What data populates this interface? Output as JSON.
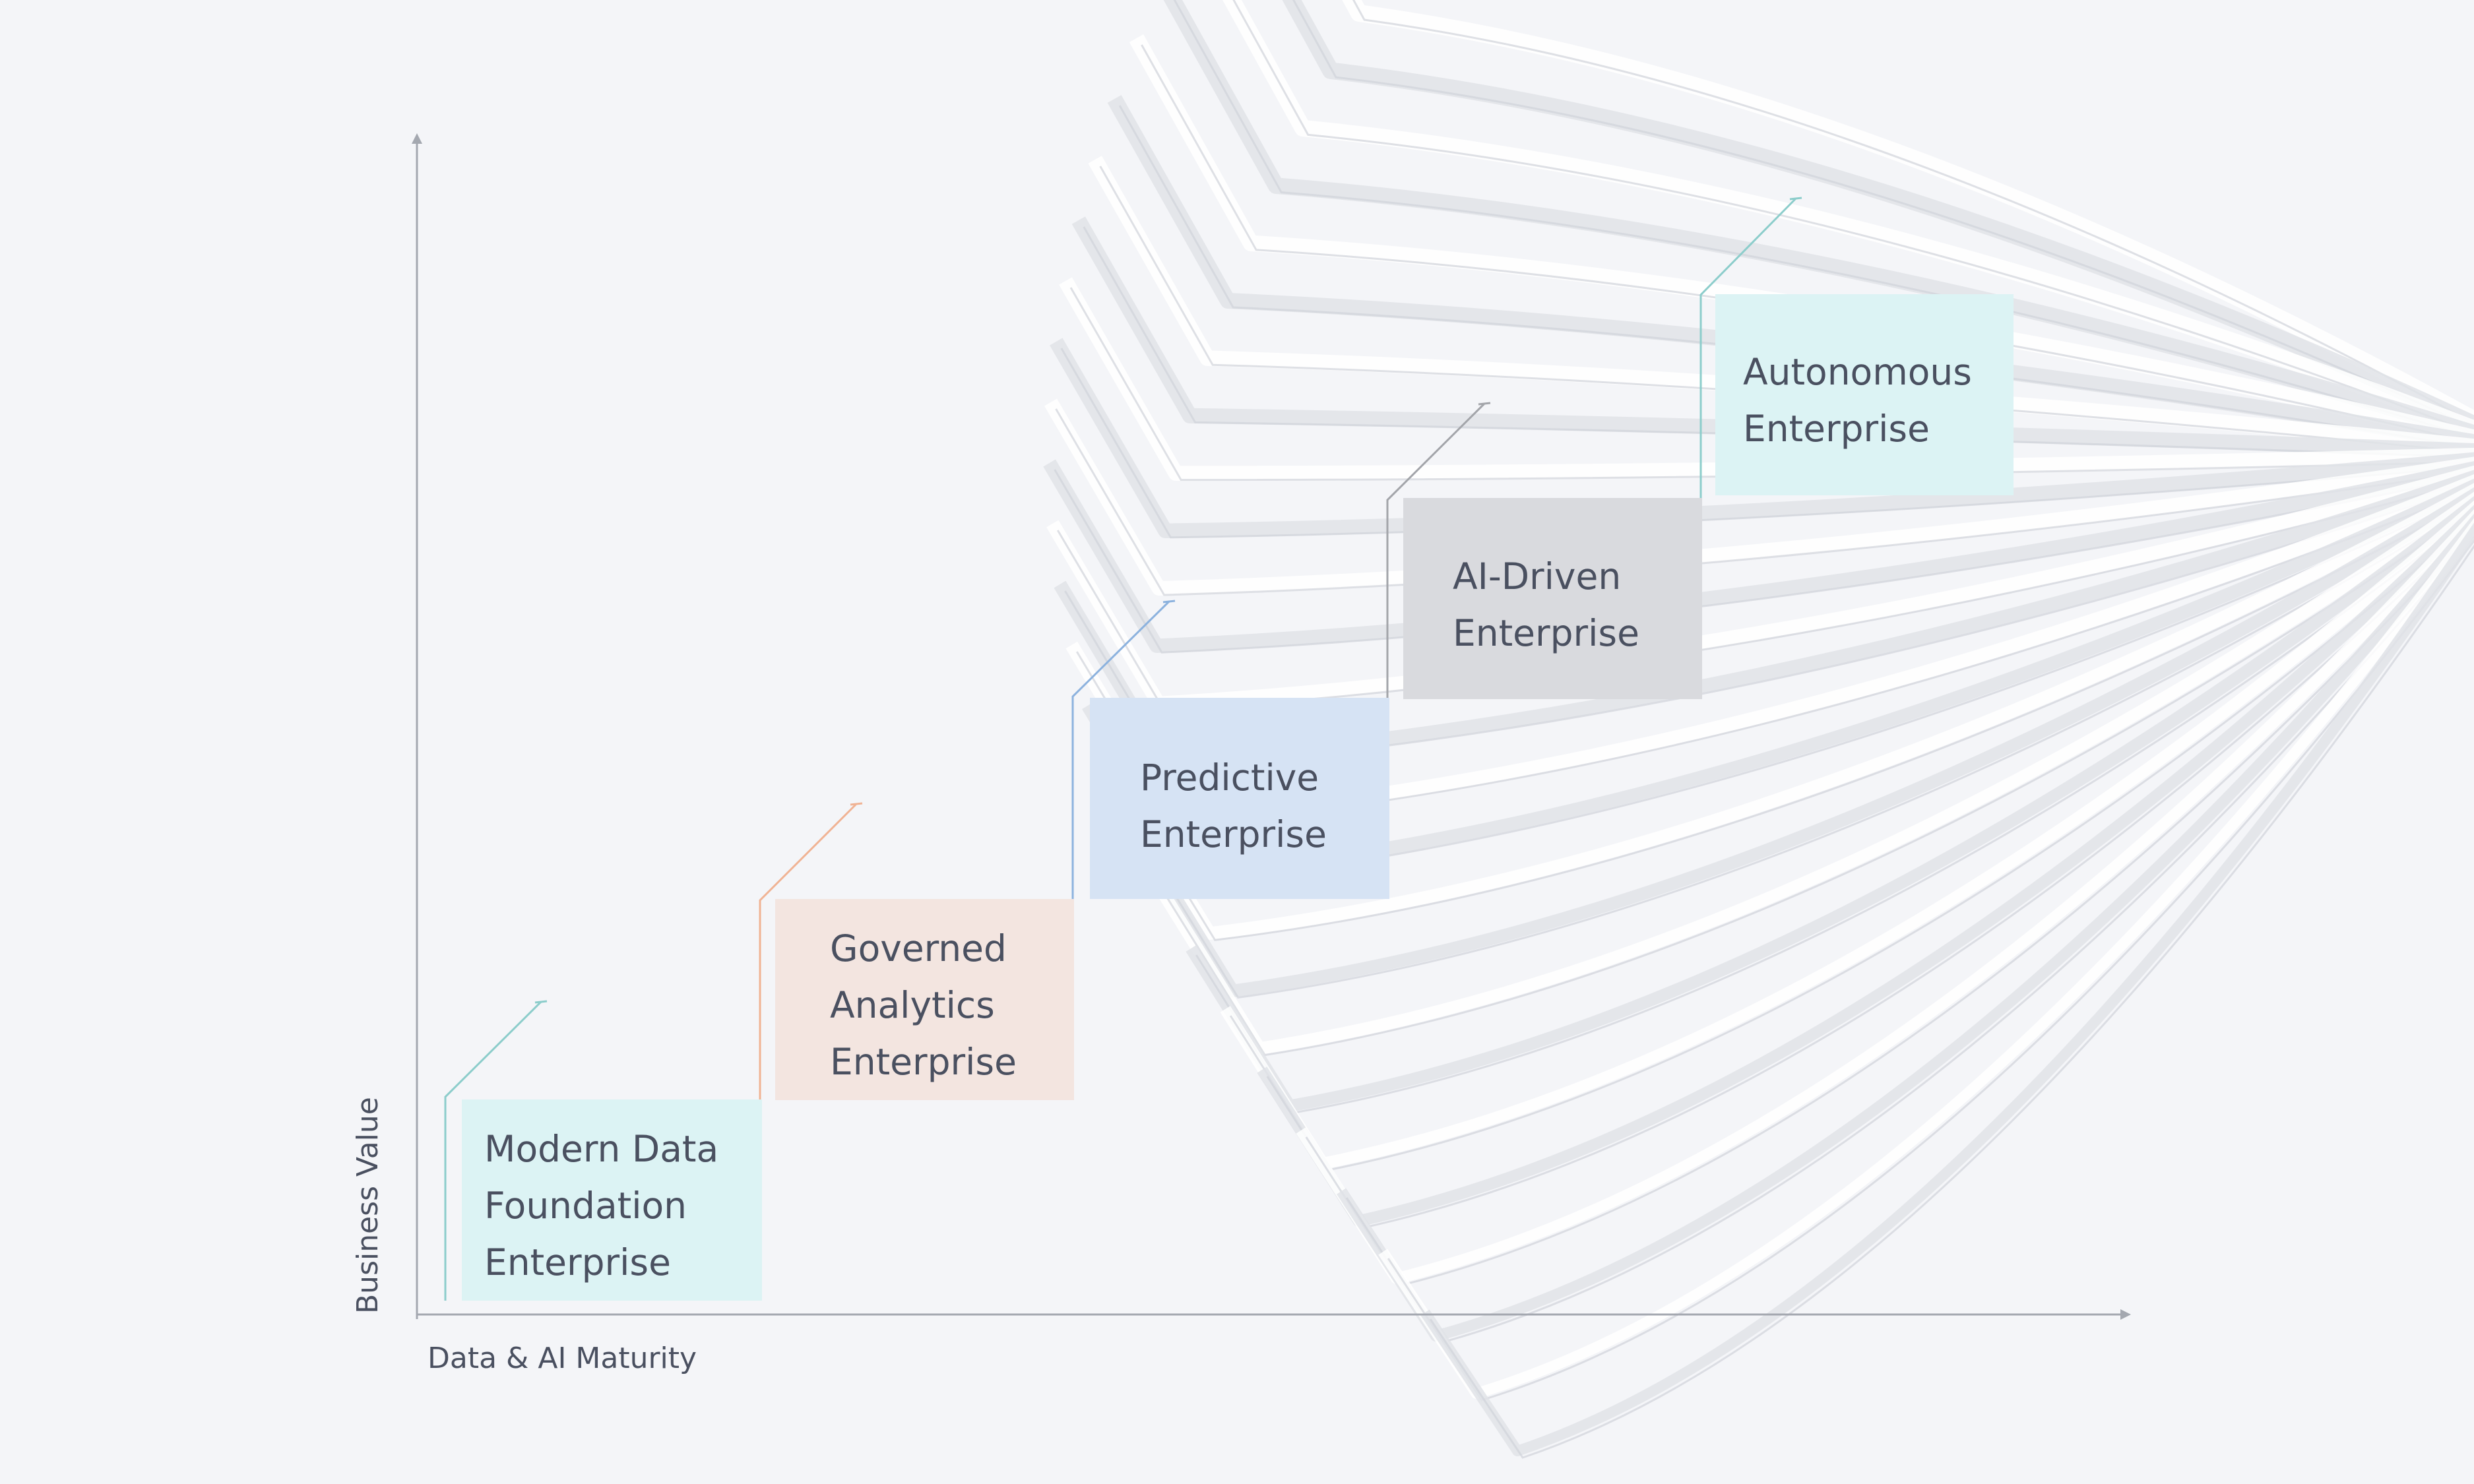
{
  "axes": {
    "y_label": "Business Value",
    "x_label": "Data & AI Maturity"
  },
  "stages": [
    {
      "lines": [
        "Modern Data",
        "Foundation",
        "Enterprise"
      ],
      "fill": "#dcf3f4",
      "accent": "#8ccdcb"
    },
    {
      "lines": [
        "Governed",
        "Analytics",
        "Enterprise"
      ],
      "fill": "#f3e5e0",
      "accent": "#f0b394"
    },
    {
      "lines": [
        "Predictive",
        "Enterprise"
      ],
      "fill": "#d6e3f4",
      "accent": "#8cb2de"
    },
    {
      "lines": [
        "AI-Driven",
        "Enterprise"
      ],
      "fill": "#d9dade",
      "accent": "#a3a5aa"
    },
    {
      "lines": [
        "Autonomous",
        "Enterprise"
      ],
      "fill": "#dcf3f4",
      "accent": "#8ccdcb"
    }
  ],
  "colors": {
    "background": "#f4f5f8",
    "axis": "#a4a8b0",
    "text": "#4a5060"
  }
}
